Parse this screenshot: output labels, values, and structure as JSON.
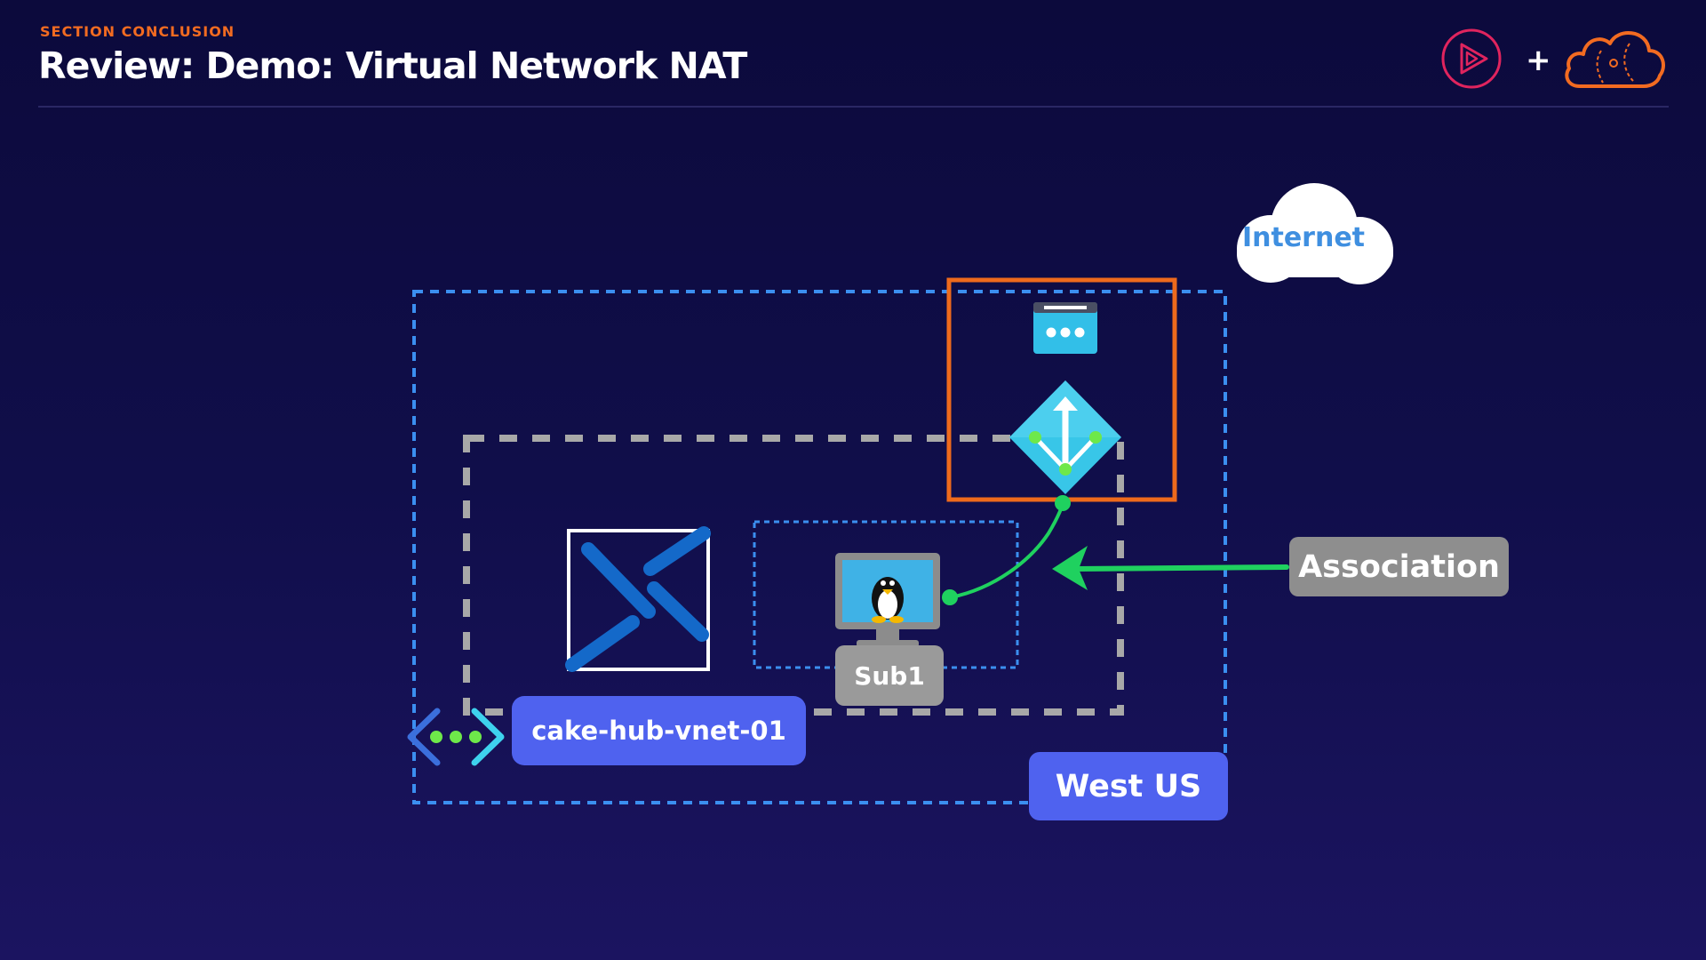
{
  "header": {
    "section": "SECTION CONCLUSION",
    "title": "Review: Demo: Virtual Network NAT",
    "plus": "+"
  },
  "diagram": {
    "internet_label": "Internet",
    "vnet_label": "cake-hub-vnet-01",
    "region_label": "West US",
    "subnet_label": "Sub1",
    "association_label": "Association"
  },
  "icons": [
    "play-logo-icon",
    "cloud-logo-icon",
    "internet-cloud-icon",
    "public-ip-icon",
    "nat-gateway-icon",
    "firewall-icon",
    "linux-vm-icon",
    "virtual-network-icon"
  ],
  "colors": {
    "accent_orange": "#f26b21",
    "label_blue": "#4f62ef",
    "label_gray": "#8e8e8e",
    "connector_green": "#1fd15f",
    "region_dash": "#3b8ff0",
    "vnet_dash": "#a8a8a8"
  }
}
